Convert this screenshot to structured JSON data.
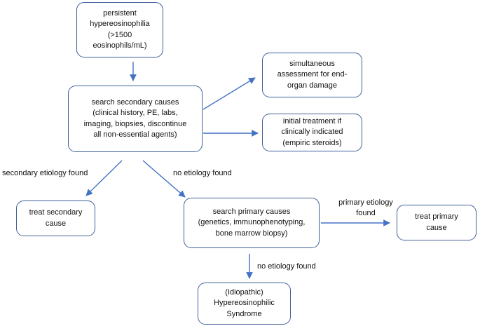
{
  "nodes": {
    "persistent": "persistent\nhypereosinophilia (>1500\neosinophils/mL)",
    "search_secondary": "search secondary causes\n(clinical history, PE, labs,\nimaging, biopsies, discontinue\nall non-essential agents)",
    "assessment": "simultaneous\nassessment for end-\norgan damage",
    "initial_treatment": "initial treatment if\nclinically indicated\n(empiric steroids)",
    "treat_secondary": "treat secondary\ncause",
    "search_primary": "search primary causes\n(genetics, immunophenotyping,\nbone marrow biopsy)",
    "treat_primary": "treat primary\ncause",
    "hes": "(Idiopathic)\nHypereosinophilic\nSyndrome"
  },
  "edge_labels": {
    "secondary_found": "secondary etiology found",
    "no_etiology_1": "no etiology found",
    "primary_found": "primary etiology\nfound",
    "no_etiology_2": "no etiology found"
  },
  "colors": {
    "border": "#3f5f98",
    "arrow": "#4472c4"
  }
}
